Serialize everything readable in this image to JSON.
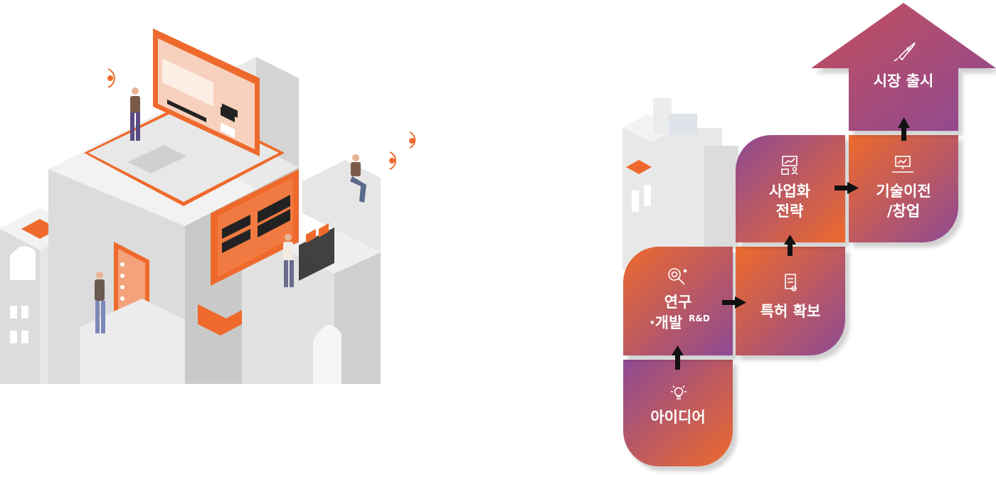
{
  "steps": {
    "idea": {
      "label": "아이디어",
      "icon": "lightbulb-icon"
    },
    "rnd": {
      "label_line1": "연구",
      "label_line2": "·개발",
      "label_sup": "R&D",
      "icon": "gear-search-icon"
    },
    "patent": {
      "label": "특허 확보",
      "icon": "certificate-icon"
    },
    "strategy": {
      "label_line1": "사업화",
      "label_line2": "전략",
      "icon": "presentation-board-icon"
    },
    "transfer": {
      "label_line1": "기술이전",
      "label_line2": "/창업",
      "icon": "monitor-handshake-icon"
    },
    "launch": {
      "label": "시장 출시",
      "icon": "rocket-icon"
    }
  },
  "colors": {
    "orange": "#ee6a2c",
    "purple": "#8d4a94",
    "magenta": "#b4506a",
    "arrow": "#111111",
    "gray_light": "#eeeeee",
    "gray_mid": "#d9d9d9",
    "gray_dark": "#c6c6c6"
  }
}
